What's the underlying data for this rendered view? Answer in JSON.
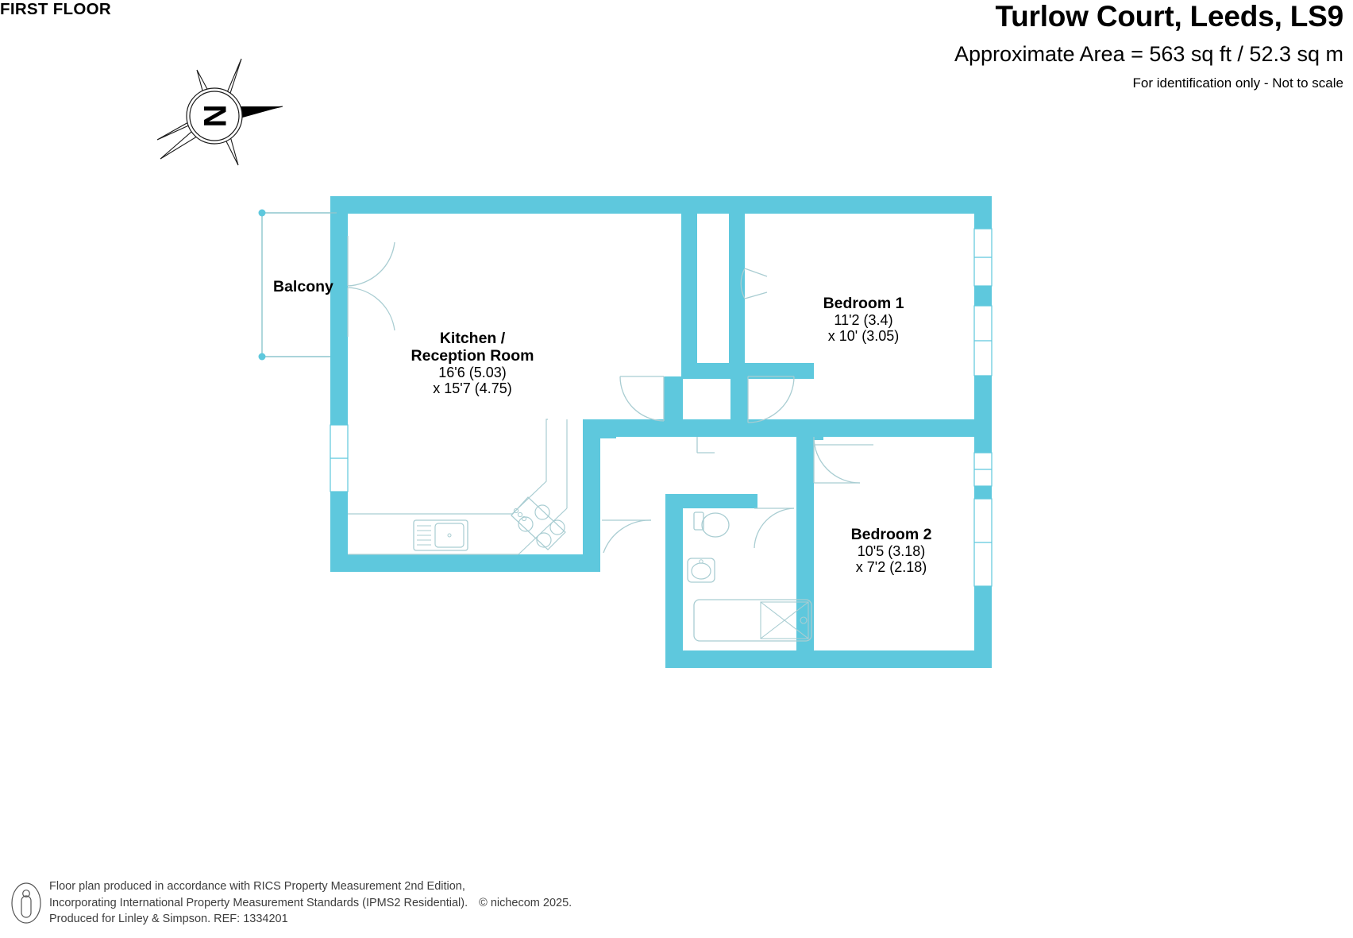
{
  "header": {
    "title": "Turlow Court, Leeds, LS9",
    "area": "Approximate Area = 563 sq ft / 52.3 sq m",
    "note": "For identification only - Not to scale"
  },
  "compass": {
    "label": "N"
  },
  "plan": {
    "floor_label": "FIRST FLOOR",
    "wall_color": "#5ec8dd",
    "fixture_color": "#7fc7cf",
    "rooms": [
      {
        "id": "balcony",
        "name": "Balcony",
        "dim_imperial": "",
        "dim_metric": ""
      },
      {
        "id": "kitchen-reception",
        "name_line1": "Kitchen /",
        "name_line2": "Reception Room",
        "dim_line1": "16'6 (5.03)",
        "dim_line2": "x 15'7 (4.75)"
      },
      {
        "id": "bedroom-1",
        "name": "Bedroom 1",
        "dim_line1": "11'2 (3.4)",
        "dim_line2": "x 10' (3.05)"
      },
      {
        "id": "bedroom-2",
        "name": "Bedroom 2",
        "dim_line1": "10'5 (3.18)",
        "dim_line2": "x 7'2 (2.18)"
      }
    ]
  },
  "footer": {
    "line1": "Floor plan produced in accordance with RICS Property Measurement 2nd Edition,",
    "line2": "Incorporating International Property Measurement Standards (IPMS2 Residential).",
    "copyright": "© nichecom 2025.",
    "line3": "Produced for Linley & Simpson.   REF: 1334201"
  }
}
